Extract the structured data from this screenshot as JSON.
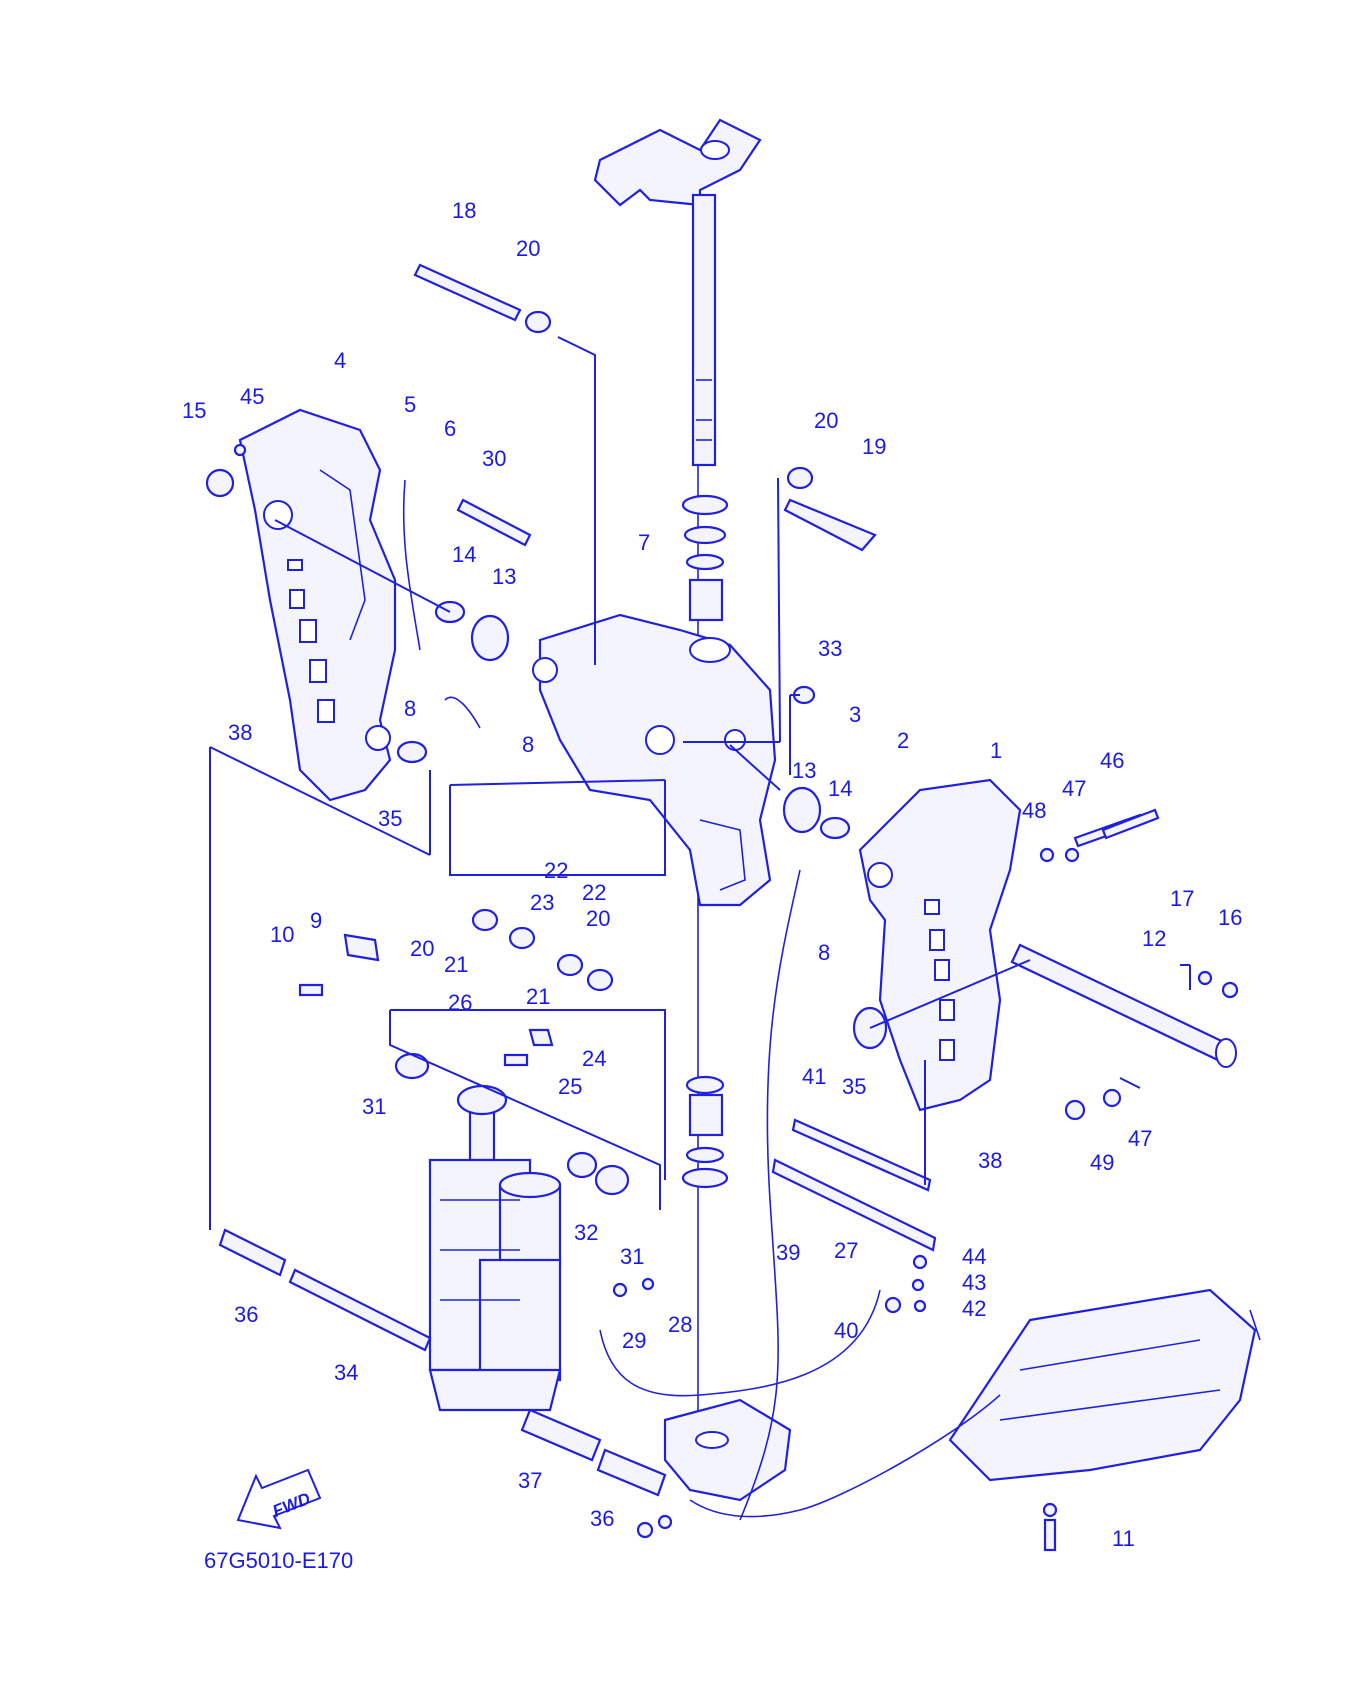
{
  "diagram": {
    "code": "67G5010-E170",
    "fwd_label": "FWD",
    "callouts": [
      "1",
      "2",
      "3",
      "4",
      "5",
      "6",
      "7",
      "8",
      "8",
      "8",
      "9",
      "10",
      "11",
      "12",
      "13",
      "13",
      "14",
      "14",
      "15",
      "16",
      "17",
      "18",
      "19",
      "20",
      "20",
      "20",
      "20",
      "21",
      "21",
      "22",
      "22",
      "23",
      "24",
      "25",
      "26",
      "27",
      "28",
      "29",
      "30",
      "31",
      "31",
      "32",
      "33",
      "34",
      "35",
      "35",
      "36",
      "36",
      "37",
      "38",
      "38",
      "39",
      "40",
      "41",
      "42",
      "43",
      "44",
      "45",
      "46",
      "47",
      "47",
      "48",
      "49"
    ],
    "colors": {
      "ink": "#2020e0",
      "background": "#ffffff"
    }
  }
}
